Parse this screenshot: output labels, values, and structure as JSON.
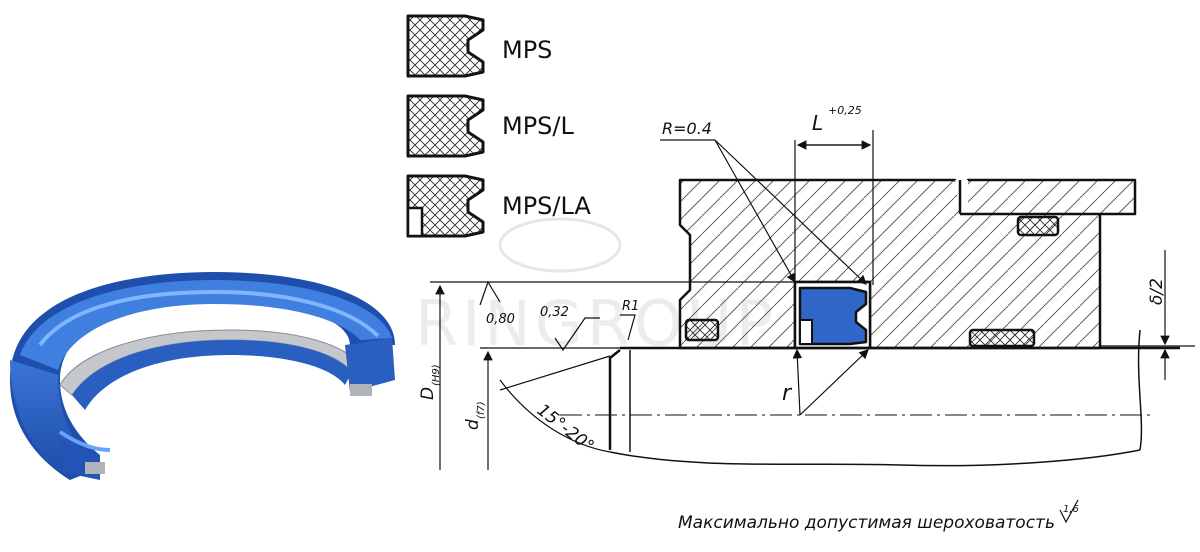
{
  "profiles": [
    {
      "label": "MPS"
    },
    {
      "label": "MPS/L"
    },
    {
      "label": "MPS/LA"
    }
  ],
  "dimensions": {
    "radius_note": "R=0.4",
    "groove_width": "L",
    "groove_tolerance": "+0,25",
    "roughness_a": "0,80",
    "roughness_b": "0,32",
    "edge_radius": "R1",
    "chamfer_angle": "15°-20°",
    "bore_diameter": "D",
    "bore_fit": "(H9)",
    "rod_diameter": "d",
    "rod_fit": "(f7)",
    "corner_radius": "r",
    "gap": "δ/2"
  },
  "watermark": "RINGROUP",
  "footer": {
    "text": "Максимально допустимая шероховатость",
    "roughness": "1,6"
  },
  "colors": {
    "seal_blue": "#2f66c8",
    "seal_dark": "#1c3f8a",
    "ring_grey": "#b9bcc2"
  }
}
